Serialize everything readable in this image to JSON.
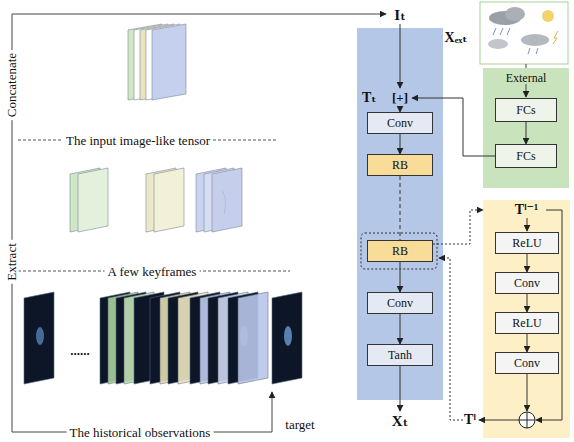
{
  "diagram": {
    "nodes": [
      {
        "text": [
          "Tₜ"
        ]
      },
      {
        "text": [
          "[+]"
        ],
        "in": 0
      },
      {
        "text": [
          "Conv"
        ],
        "in": 0
      },
      {
        "text": [
          "RB"
        ],
        "in": 0
      },
      {
        "text": [
          "RB"
        ],
        "in": 0
      },
      {
        "text": [
          "Conv"
        ],
        "in": 0
      },
      {
        "text": [
          "Tanh"
        ],
        "in": 0
      },
      {
        "text": [
          "External"
        ]
      },
      {
        "text": [
          "FCs"
        ],
        "in": 7
      },
      {
        "text": [
          "FCs"
        ],
        "in": 7
      },
      {
        "text": [
          "Tˡ⁻¹"
        ]
      },
      {
        "text": [
          "ReLU"
        ],
        "in": 10
      },
      {
        "text": [
          "Conv"
        ],
        "in": 10
      },
      {
        "text": [
          "ReLU"
        ],
        "in": 10
      },
      {
        "text": [
          "Conv"
        ],
        "in": 10
      }
    ],
    "edges": [
      {
        "from": 1,
        "to": 2,
        "arrow": "to"
      },
      {
        "from": 2,
        "to": 3,
        "arrow": "to"
      },
      {
        "from": 3,
        "to": 4,
        "arrow": "none"
      },
      {
        "from": 4,
        "to": 5,
        "arrow": "to"
      },
      {
        "from": 5,
        "to": 6,
        "arrow": "to"
      },
      {
        "from": 8,
        "to": 9,
        "arrow": "to"
      },
      {
        "from": 9,
        "to": 1,
        "arrow": "to"
      },
      {
        "from": 4,
        "to": 10,
        "arrow": "to"
      },
      {
        "from": 11,
        "to": 12,
        "arrow": "to"
      },
      {
        "from": 12,
        "to": 13,
        "arrow": "to"
      },
      {
        "from": 13,
        "to": 14,
        "arrow": "to"
      }
    ],
    "labels": [
      "Iₜ",
      "Xₑₓₜ",
      "Xₜ",
      "Tˡ",
      "Concatenate",
      "Extract",
      "The input image-like tensor",
      "A few keyframes",
      "The historical observations",
      "target",
      "......"
    ]
  }
}
